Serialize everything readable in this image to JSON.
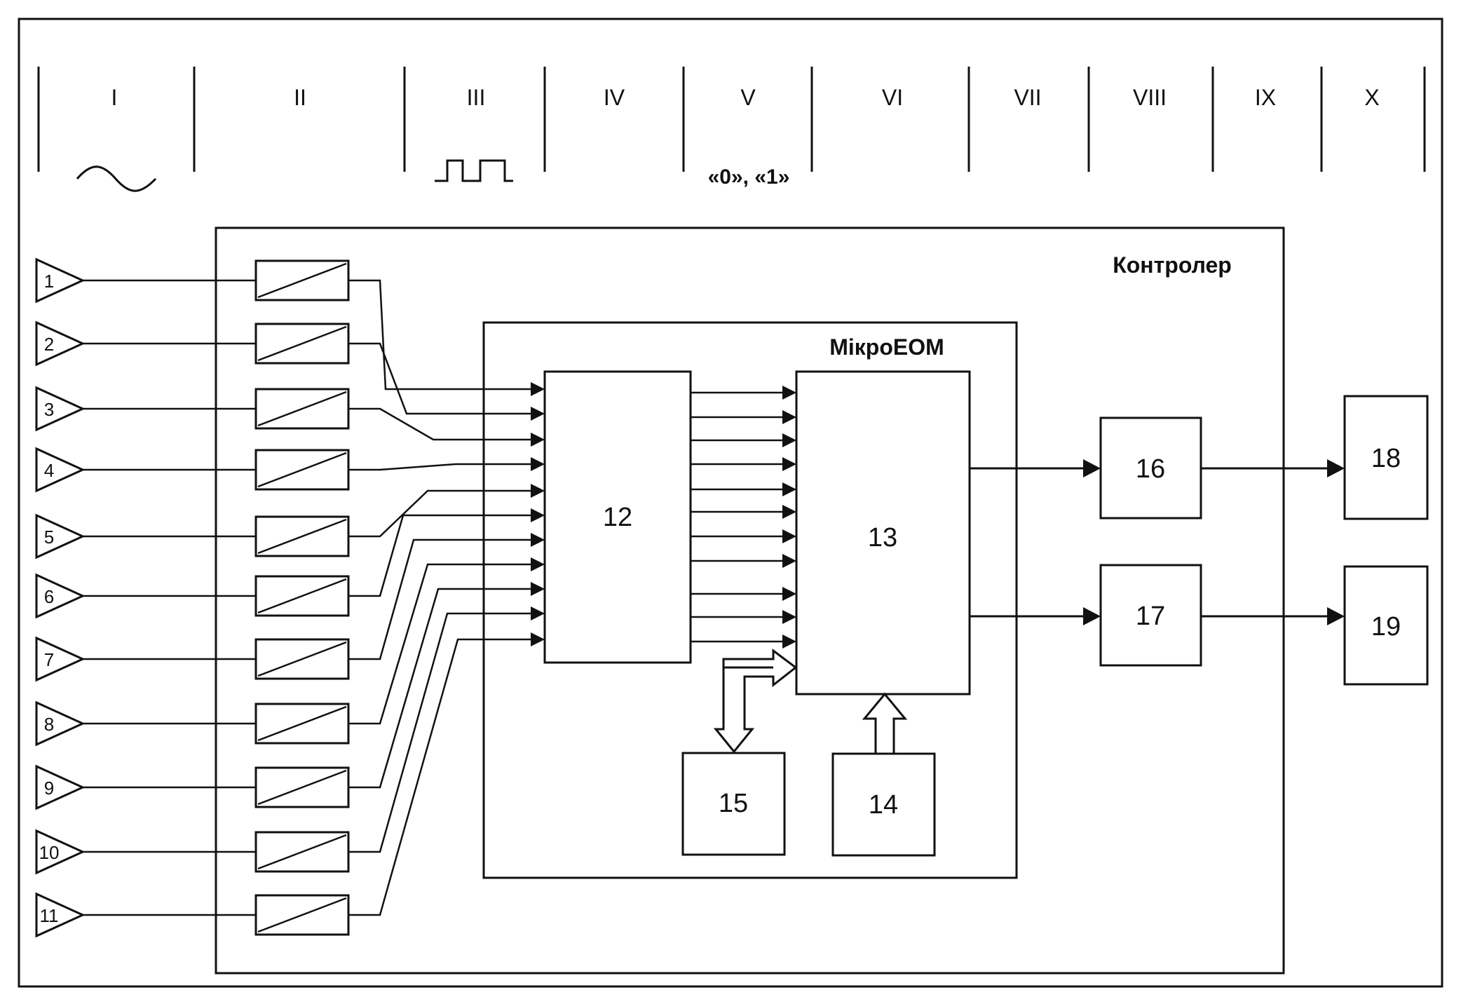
{
  "stages": [
    "I",
    "II",
    "III",
    "IV",
    "V",
    "VI",
    "VII",
    "VIII",
    "IX",
    "X"
  ],
  "stage_v_note": "«0», «1»",
  "icons": {
    "stage_i": "sine-wave-icon",
    "stage_iii": "pulse-train-icon"
  },
  "controller_label": "Контролер",
  "micro_label": "МікроЕОМ",
  "sensors": [
    "1",
    "2",
    "3",
    "4",
    "5",
    "6",
    "7",
    "8",
    "9",
    "10",
    "11"
  ],
  "blocks": {
    "b12": "12",
    "b13": "13",
    "b14": "14",
    "b15": "15",
    "b16": "16",
    "b17": "17",
    "b18": "18",
    "b19": "19"
  }
}
